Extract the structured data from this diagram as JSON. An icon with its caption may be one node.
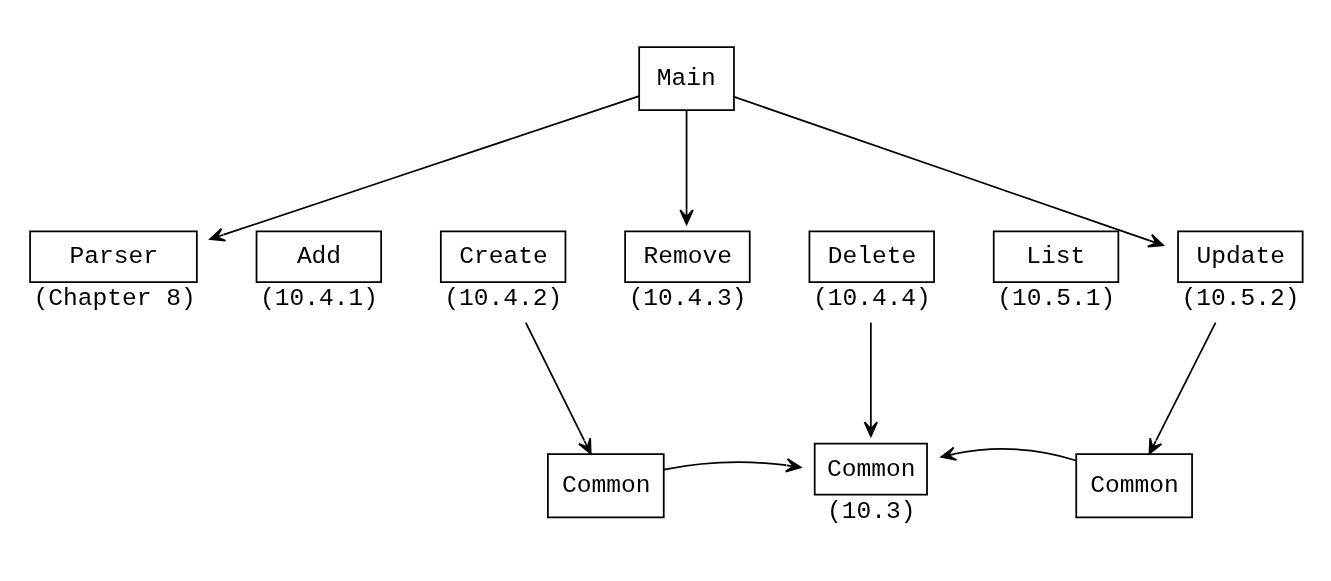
{
  "diagram": {
    "nodes": [
      {
        "text": [
          "Main"
        ]
      },
      {
        "text": [
          "Parser"
        ],
        "beside": [
          "(Chapter 8)"
        ]
      },
      {
        "text": [
          "Add"
        ],
        "beside": [
          "(10.4.1)"
        ]
      },
      {
        "text": [
          "Create"
        ],
        "beside": [
          "(10.4.2)"
        ]
      },
      {
        "text": [
          "Remove"
        ],
        "beside": [
          "(10.4.3)"
        ]
      },
      {
        "text": [
          "Delete"
        ],
        "beside": [
          "(10.4.4)"
        ]
      },
      {
        "text": [
          "List"
        ],
        "beside": [
          "(10.5.1)"
        ]
      },
      {
        "text": [
          "Update"
        ],
        "beside": [
          "(10.5.2)"
        ]
      },
      {
        "text": [
          "Common"
        ]
      },
      {
        "text": [
          "Common"
        ],
        "beside": [
          "(10.3)"
        ]
      },
      {
        "text": [
          "Common"
        ]
      }
    ],
    "edges": [
      {
        "from": 0,
        "to": 1,
        "arrow": "to"
      },
      {
        "from": 0,
        "to": 4,
        "arrow": "to"
      },
      {
        "from": 0,
        "to": 7,
        "arrow": "to"
      },
      {
        "from": 3,
        "to": 8,
        "arrow": "to"
      },
      {
        "from": 5,
        "to": 9,
        "arrow": "to"
      },
      {
        "from": 7,
        "to": 10,
        "arrow": "to"
      },
      {
        "from": 8,
        "to": 9,
        "arrow": "to"
      },
      {
        "from": 10,
        "to": 9,
        "arrow": "to"
      }
    ]
  }
}
